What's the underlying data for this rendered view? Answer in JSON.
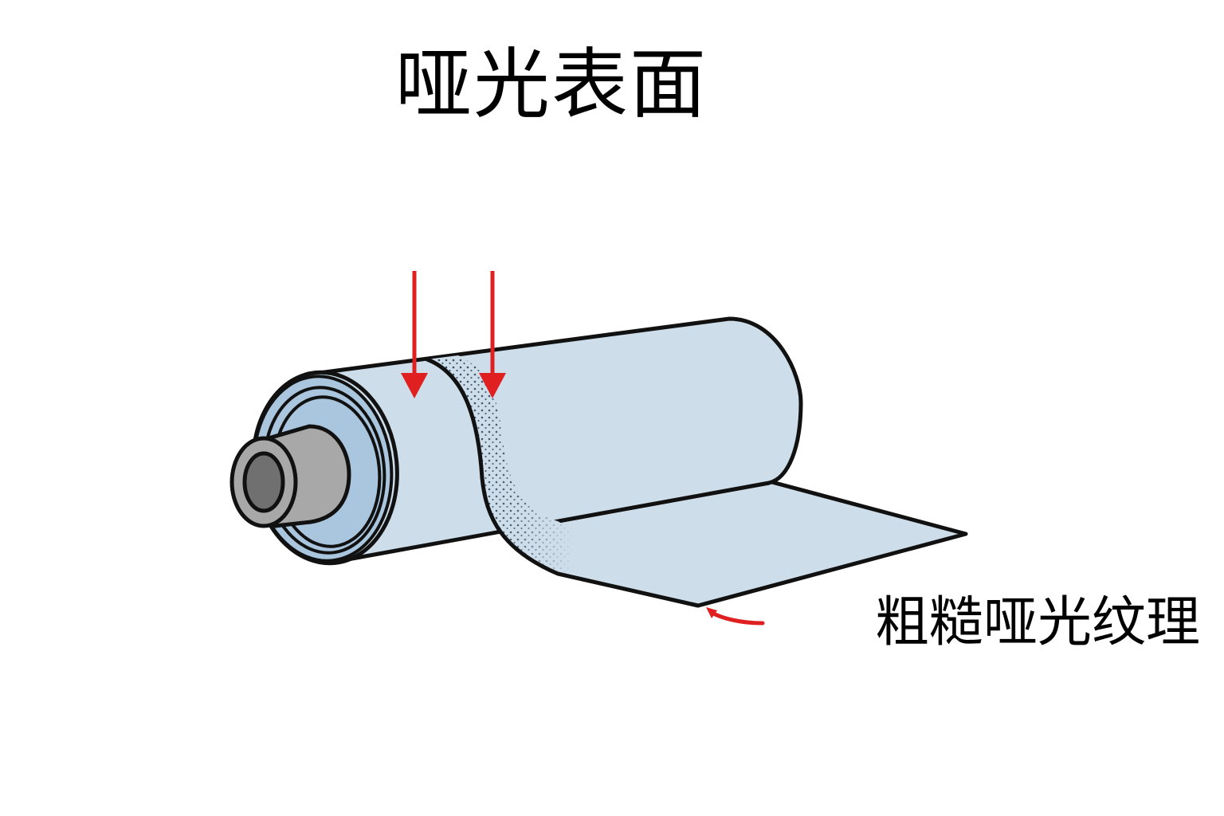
{
  "title": "哑光表面",
  "labels": {
    "texture": "粗糙哑光纹理"
  },
  "colors": {
    "film": "#cddeea",
    "film_end_ring": "#a9c6de",
    "core_outer": "#a8a8a8",
    "core_inner": "#707070",
    "outline": "#111111",
    "arrow": "#e02020",
    "texture_dots": "#1a2a40",
    "background": "#ffffff"
  },
  "diagram": {
    "subject": "roll of film with matte surface",
    "arrows": [
      {
        "name": "arrow-smooth-surface",
        "direction": "down"
      },
      {
        "name": "arrow-matte-surface",
        "direction": "down"
      },
      {
        "name": "arrow-texture-pointer",
        "direction": "curved-up-left"
      }
    ]
  }
}
